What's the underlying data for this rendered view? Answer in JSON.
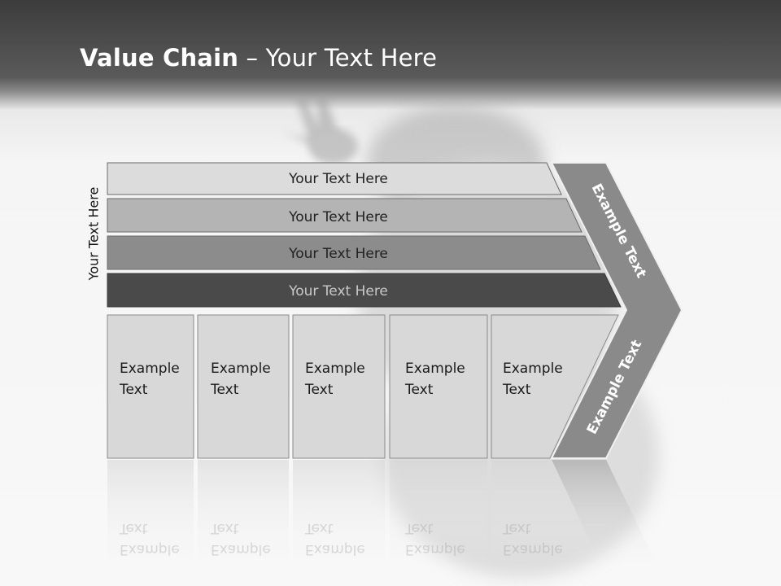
{
  "title": {
    "bold": "Value Chain",
    "rest": " – Your Text Here"
  },
  "vertical_label": "Your Text Here",
  "bands": [
    {
      "label": "Your Text Here",
      "fill": "#dcdcdc",
      "text_color": "#222222"
    },
    {
      "label": "Your Text Here",
      "fill": "#b4b4b4",
      "text_color": "#222222"
    },
    {
      "label": "Your Text Here",
      "fill": "#8c8c8c",
      "text_color": "#222222"
    },
    {
      "label": "Your Text Here",
      "fill": "#4a4a4a",
      "text_color": "#c8c8c8"
    }
  ],
  "columns": [
    {
      "line1": "Example",
      "line2": "Text"
    },
    {
      "line1": "Example",
      "line2": "Text"
    },
    {
      "line1": "Example",
      "line2": "Text"
    },
    {
      "line1": "Example",
      "line2": "Text"
    },
    {
      "line1": "Example",
      "line2": "Text"
    }
  ],
  "arrow": {
    "upper": "Example Text",
    "lower": "Example Text",
    "fill": "#8a8a8a"
  }
}
